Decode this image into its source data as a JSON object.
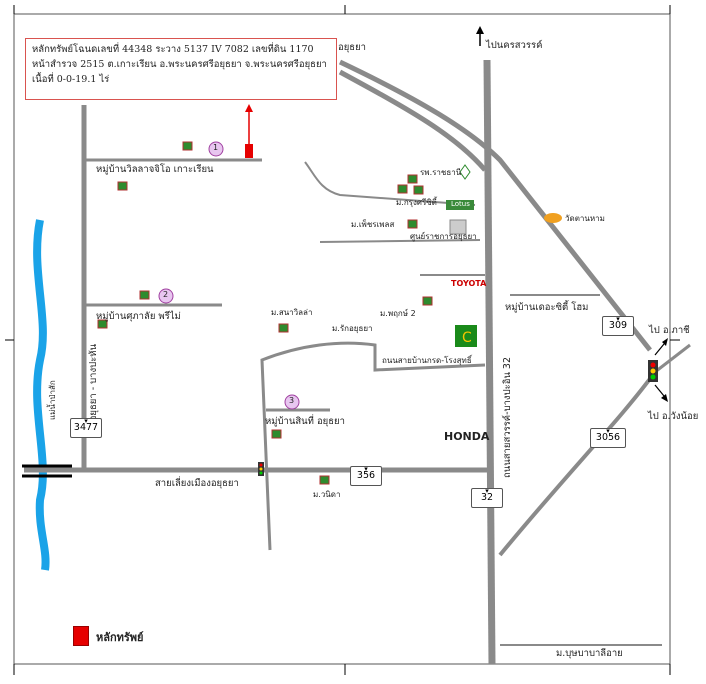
{
  "info_box": {
    "line1": "หลักทรัพย์โฉนดเลขที่ 44348 ระวาง 5137 IV 7082 เลขที่ดิน 1170",
    "line2": "หน้าสำรวจ 2515 ต.เกาะเรียน อ.พระนครศรีอยุธยา จ.พระนครศรีอยุธยา",
    "line3": "เนื้อที่ 0-0-19.1 ไร่"
  },
  "labels": {
    "to_nakhon_sawan": "ไปนครสวรรค์",
    "top_ayutthaya": "อยุธยา",
    "village_1": "หมู่บ้านวิลลาจจิโอ เกาะเรียน",
    "village_2": "หมู่บ้านศุภาลัย พรีไม่",
    "village_3": "หมู่บ้านสินที่ อยุธยา",
    "rajthani_hospital": "รพ.ราชธานี",
    "m_kru_sri": "ม.กรุงศรีซิตี้",
    "lotus": "Lotus",
    "phetcharat": "ม.เพ็ชรเพลส",
    "vehicle_center": "ศูนย์ราชการอยุธยา",
    "toyota": "TOYOTA",
    "m_supalai_2": "ม.พฤกษ์ 2",
    "m_sanpila": "ม.สนาวิลล่า",
    "m_rak_ayutthaya": "ม.รักอยุธยา",
    "village_city_home": "หมู่บ้านเดอะซิตี้ โฮม",
    "temple": "วัดตานหาม",
    "canal_road": "ถนนสายบ้านกรด-โรงสุทธิ์",
    "highway32": "ถนนสายสวรรค์-บางปะอิน 32",
    "bangpahan_road": "สายอยุธยา - บางปะหัน",
    "river": "แม่น้ำป่าสัก",
    "bypass_road": "สายเลี่ยงเมืองอยุธยา",
    "honda": "HONDA",
    "m_wanda": "ม.วนิดา",
    "to_ang_thong": "ไป อ.ภาชี",
    "to_wang_noi": "ไป อ.วังน้อย",
    "m_bun_ban": "ม.บุษบาบาลีอาย",
    "legend": "หลักทรัพย์"
  },
  "markers": {
    "m1": "1",
    "m2": "2",
    "m3": "3"
  },
  "shields": {
    "r3477": "3477",
    "r356": "356",
    "r32": "32",
    "r309": "309",
    "r3056": "3056"
  },
  "colors": {
    "road": "#8a8a8a",
    "river": "#1aa3e8",
    "info_border": "#d9534f",
    "marker": "#e60000",
    "circle": "#cc66cc"
  }
}
